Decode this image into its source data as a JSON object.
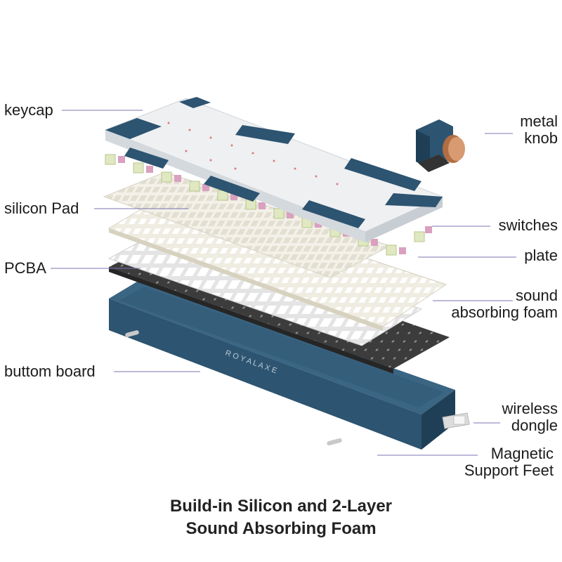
{
  "labels": {
    "keycap": "keycap",
    "metal_knob_l1": "metal",
    "metal_knob_l2": "knob",
    "silicon_pad": "silicon Pad",
    "switches": "switches",
    "pcba": "PCBA",
    "plate": "plate",
    "foam_l1": "sound",
    "foam_l2": "absorbing foam",
    "bottom_board": "buttom board",
    "dongle_l1": "wireless",
    "dongle_l2": "dongle",
    "feet_l1": "Magnetic",
    "feet_l2": "Support Feet"
  },
  "brand": {
    "case_text": "R O Y A L A X E"
  },
  "caption": {
    "line1": "Build-in Silicon and 2-Layer",
    "line2": "Sound Absorbing Foam"
  },
  "colors": {
    "navy": "#2d5470",
    "navy_dark": "#1f3f57",
    "keycap_white": "#eef0f2",
    "legend_pink": "#e07b7b",
    "switch_pink": "#d9a0bf",
    "switch_green": "#dfe8c0",
    "plate": "#ece9de",
    "pcb": "#3a3a3a",
    "leader": "#6f6aa8",
    "knob": "#c9865a"
  }
}
